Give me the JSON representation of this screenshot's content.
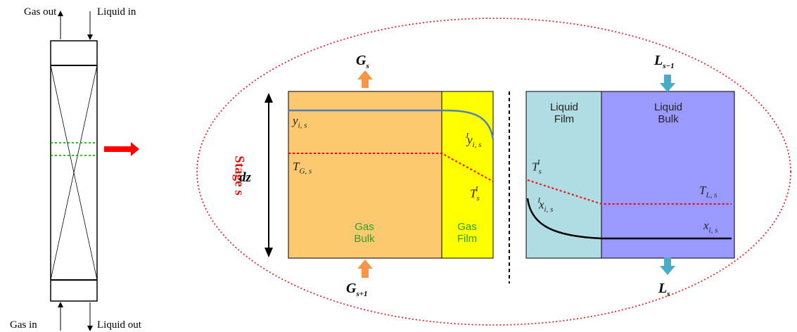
{
  "column": {
    "gas_out": "Gas out",
    "liquid_in": "Liquid in",
    "gas_in": "Gas in",
    "liquid_out": "Liquid out"
  },
  "gas_side": {
    "bulk_label": [
      "Gas",
      "Bulk"
    ],
    "film_label": [
      "Gas",
      "Film"
    ],
    "flow_top": {
      "base": "G",
      "sub": "s"
    },
    "flow_bottom": {
      "base": "G",
      "sub": "s+1"
    },
    "y_bulk": {
      "base": "y",
      "sub": "i, s"
    },
    "y_interface": {
      "base": "y",
      "sub": "i, s",
      "sup": "I"
    },
    "T_bulk": {
      "base": "T",
      "sub": "G, s"
    },
    "T_interface": {
      "base": "T",
      "sub": "s",
      "sup": "I"
    }
  },
  "liquid_side": {
    "film_label": [
      "Liquid",
      "Film"
    ],
    "bulk_label": [
      "Liquid",
      "Bulk"
    ],
    "flow_top": {
      "base": "L",
      "sub": "s−1"
    },
    "flow_bottom": {
      "base": "L",
      "sub": "s"
    },
    "T_interface": {
      "base": "T",
      "sub": "s",
      "sup": "I"
    },
    "x_interface": {
      "base": "x",
      "sub": "i, s",
      "sup": "I"
    },
    "T_bulk": {
      "base": "T",
      "sub": "L, s"
    },
    "x_bulk": {
      "base": "x",
      "sub": "i, s"
    }
  },
  "stage": {
    "label": "Stage s",
    "height_label": "dz"
  },
  "colors": {
    "gas_bulk": "#fcc870",
    "gas_film": "#ffff00",
    "liquid_film": "#b0dde4",
    "liquid_bulk": "#9999ff",
    "gas_arrow": "#f79646",
    "liquid_arrow": "#4bacc6",
    "stage_arrow": "#ff0000",
    "concentration_curve": "#4f81bd",
    "temperature_curve": "#ff0000"
  }
}
